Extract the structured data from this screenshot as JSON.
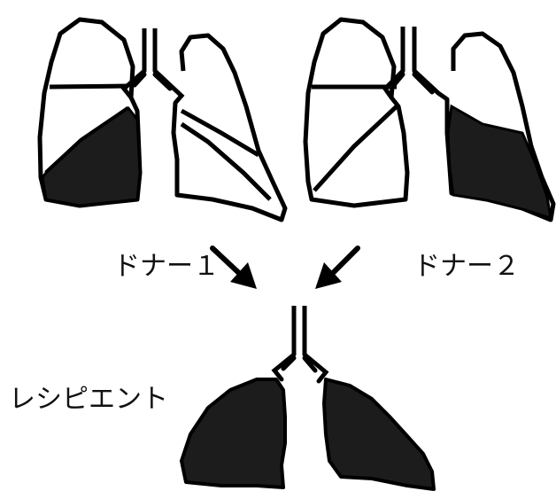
{
  "labels": {
    "donor1": "ドナー１",
    "donor2": "ドナー２",
    "recipient": "レシピエント"
  },
  "colors": {
    "ink": "#000000",
    "fill": "#1c1c1c",
    "background": "#ffffff"
  }
}
